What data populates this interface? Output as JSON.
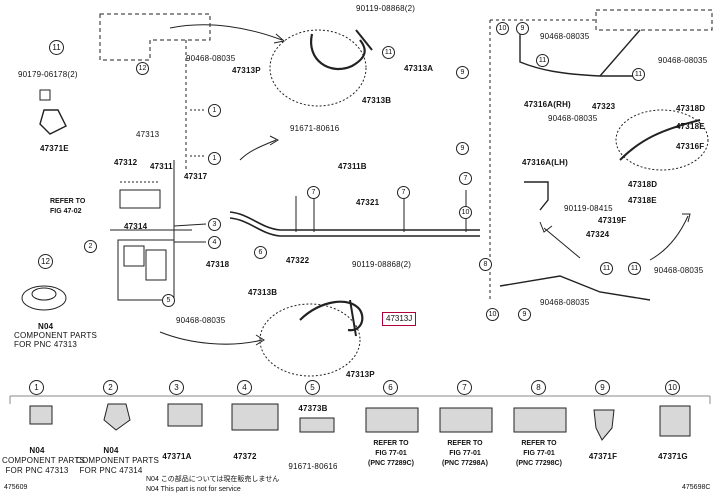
{
  "parts": {
    "p47313": "47313",
    "p47313P_top": "47313P",
    "p47313A": "47313A",
    "p47313B_top": "47313B",
    "p47311B": "47311B",
    "p47312": "47312",
    "p47311": "47311",
    "p47317": "47317",
    "p47314": "47314",
    "p47318": "47318",
    "p47321": "47321",
    "p47322": "47322",
    "p47313B_bot": "47313B",
    "p47313J": "47313J",
    "p47313P_bot": "47313P",
    "p47371E": "47371E",
    "p47316A_RH": "47316A(RH)",
    "p47323": "47323",
    "p47318D": "47318D",
    "p47318E_top": "47318E",
    "p47316F": "47316F",
    "p47316A_LH": "47316A(LH)",
    "p47318D_2": "47318D",
    "p47318E_2": "47318E",
    "p47319F": "47319F",
    "p47324": "47324"
  },
  "fasteners": {
    "f90119_08868_top": "90119-08868(2)",
    "f90468_08035_a": "90468-08035",
    "f91671_80616_a": "91671-80616",
    "f90179_06178": "90179-06178(2)",
    "f90468_08035_b": "90468-08035",
    "f90119_08868_bot": "90119-08868(2)",
    "f90468_08035_c": "90468-08035",
    "f90468_08035_d": "90468-08035",
    "f90468_08035_e": "90468-08035",
    "f90119_08415": "90119-08415",
    "f90468_08035_f": "90468-08035",
    "f90468_08035_g": "90468-08035"
  },
  "refer": {
    "refer_fig_47_02_a": "REFER TO",
    "refer_fig_47_02_b": "FIG 47-02"
  },
  "component": {
    "n04_a": "N04",
    "line1": "COMPONENT PARTS",
    "line2": "FOR PNC 47313"
  },
  "legend": [
    {
      "num": "1",
      "n": "N04",
      "l1": "COMPONENT PARTS",
      "l2": "FOR PNC 47313"
    },
    {
      "num": "2",
      "n": "N04",
      "l1": "COMPONENT PARTS",
      "l2": "FOR PNC 47314"
    },
    {
      "num": "3",
      "part": "47371A"
    },
    {
      "num": "4",
      "part": "47372"
    },
    {
      "num": "5",
      "part": "47373B",
      "extra": "91671-80616"
    },
    {
      "num": "6",
      "r1": "REFER TO",
      "r2": "FIG 77-01",
      "r3": "(PNC 77289C)"
    },
    {
      "num": "7",
      "r1": "REFER TO",
      "r2": "FIG 77-01",
      "r3": "(PNC 77298A)"
    },
    {
      "num": "8",
      "r1": "REFER TO",
      "r2": "FIG 77-01",
      "r3": "(PNC 77298C)"
    },
    {
      "num": "9",
      "part": "47371F"
    },
    {
      "num": "10",
      "part": "47371G"
    }
  ],
  "notes": {
    "jp": "N04 この部品については現在販売しません",
    "en": "N04 This part is not for service"
  },
  "footer": {
    "left_code": "475609",
    "right_code": "475698C"
  }
}
